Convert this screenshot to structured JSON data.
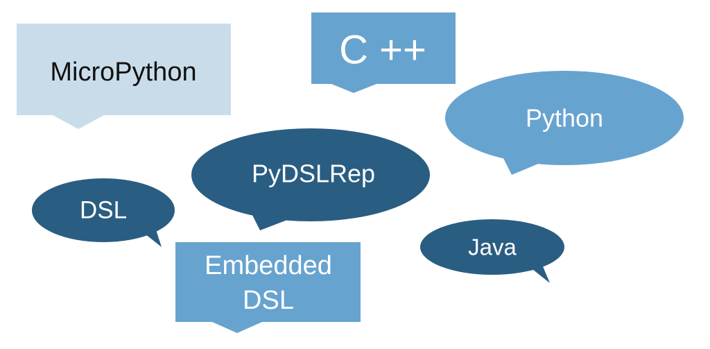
{
  "colors": {
    "light_blue": "#c9dcea",
    "mid_blue": "#67a3cf",
    "dark_blue": "#2a5d82",
    "text_dark": "#111111",
    "text_light": "#ffffff"
  },
  "bubbles": {
    "micropython": {
      "label": "MicroPython",
      "shape": "rect-callout"
    },
    "cpp": {
      "label": "C ++",
      "shape": "rect-callout"
    },
    "python": {
      "label": "Python",
      "shape": "ellipse-callout"
    },
    "pydslrep": {
      "label": "PyDSLRep",
      "shape": "ellipse-callout"
    },
    "dsl": {
      "label": "DSL",
      "shape": "ellipse-callout"
    },
    "java": {
      "label": "Java",
      "shape": "ellipse-callout"
    },
    "embedded_dsl": {
      "line1": "Embedded",
      "line2": "DSL",
      "shape": "rect-callout"
    }
  }
}
